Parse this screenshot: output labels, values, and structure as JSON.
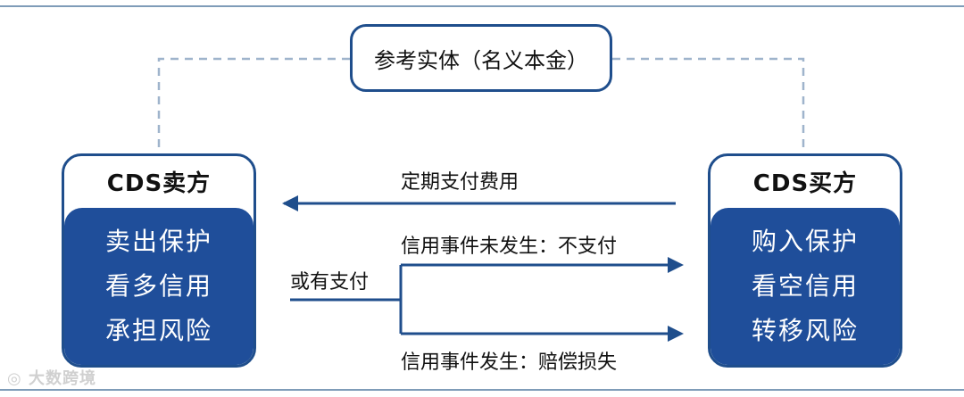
{
  "reference": {
    "label": "参考实体（名义本金）"
  },
  "seller": {
    "title": "CDS卖方",
    "lines": [
      "卖出保护",
      "看多信用",
      "承担风险"
    ]
  },
  "buyer": {
    "title": "CDS买方",
    "lines": [
      "购入保护",
      "看空信用",
      "转移风险"
    ]
  },
  "flows": {
    "periodic_payment": "定期支付费用",
    "contingent_payment": "或有支付",
    "no_event": "信用事件未发生：不支付",
    "event": "信用事件发生：赔偿损失"
  },
  "watermark": {
    "text": "大数跨境"
  },
  "colors": {
    "navy": "#1f4e8c",
    "box_fill": "#1f4e9a",
    "dash": "#9fb4cc"
  }
}
